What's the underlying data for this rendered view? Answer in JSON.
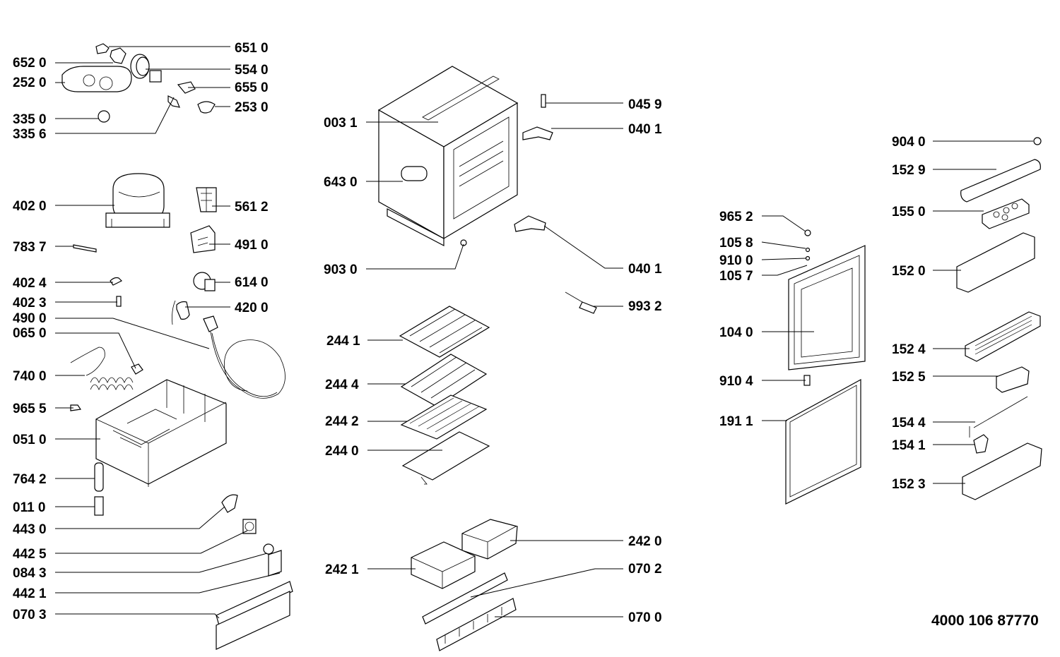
{
  "callouts": [
    {
      "id": "c6510",
      "text": "651 0"
    },
    {
      "id": "c6520",
      "text": "652 0"
    },
    {
      "id": "c5540",
      "text": "554 0"
    },
    {
      "id": "c2520",
      "text": "252 0"
    },
    {
      "id": "c6550",
      "text": "655 0"
    },
    {
      "id": "c2530",
      "text": "253 0"
    },
    {
      "id": "c3350",
      "text": "335 0"
    },
    {
      "id": "c3356",
      "text": "335 6"
    },
    {
      "id": "c4020",
      "text": "402 0"
    },
    {
      "id": "c5612",
      "text": "561 2"
    },
    {
      "id": "c7837",
      "text": "783 7"
    },
    {
      "id": "c4910",
      "text": "491 0"
    },
    {
      "id": "c4024",
      "text": "402 4"
    },
    {
      "id": "c6140",
      "text": "614 0"
    },
    {
      "id": "c4023",
      "text": "402 3"
    },
    {
      "id": "c4200",
      "text": "420 0"
    },
    {
      "id": "c4900",
      "text": "490 0"
    },
    {
      "id": "c0650",
      "text": "065 0"
    },
    {
      "id": "c7400",
      "text": "740 0"
    },
    {
      "id": "c9655",
      "text": "965 5"
    },
    {
      "id": "c0510",
      "text": "051 0"
    },
    {
      "id": "c7642",
      "text": "764 2"
    },
    {
      "id": "c0110",
      "text": "011 0"
    },
    {
      "id": "c4430",
      "text": "443 0"
    },
    {
      "id": "c4425",
      "text": "442 5"
    },
    {
      "id": "c0843",
      "text": "084 3"
    },
    {
      "id": "c4421",
      "text": "442 1"
    },
    {
      "id": "c0703",
      "text": "070 3"
    },
    {
      "id": "c0031",
      "text": "003 1"
    },
    {
      "id": "c6430",
      "text": "643 0"
    },
    {
      "id": "c9030",
      "text": "903 0"
    },
    {
      "id": "c0459",
      "text": "045 9"
    },
    {
      "id": "c0401a",
      "text": "040 1"
    },
    {
      "id": "c0401b",
      "text": "040 1"
    },
    {
      "id": "c9932",
      "text": "993 2"
    },
    {
      "id": "c2441",
      "text": "244 1"
    },
    {
      "id": "c2444",
      "text": "244 4"
    },
    {
      "id": "c2442",
      "text": "244 2"
    },
    {
      "id": "c2440",
      "text": "244 0"
    },
    {
      "id": "c2420",
      "text": "242 0"
    },
    {
      "id": "c2421",
      "text": "242 1"
    },
    {
      "id": "c0702",
      "text": "070 2"
    },
    {
      "id": "c0700",
      "text": "070 0"
    },
    {
      "id": "c9652",
      "text": "965 2"
    },
    {
      "id": "c1058",
      "text": "105 8"
    },
    {
      "id": "c9100",
      "text": "910 0"
    },
    {
      "id": "c1057",
      "text": "105 7"
    },
    {
      "id": "c1040",
      "text": "104 0"
    },
    {
      "id": "c9104",
      "text": "910 4"
    },
    {
      "id": "c1911",
      "text": "191 1"
    },
    {
      "id": "c9040",
      "text": "904 0"
    },
    {
      "id": "c1529",
      "text": "152 9"
    },
    {
      "id": "c1550",
      "text": "155 0"
    },
    {
      "id": "c1520",
      "text": "152 0"
    },
    {
      "id": "c1524",
      "text": "152 4"
    },
    {
      "id": "c1525",
      "text": "152 5"
    },
    {
      "id": "c1544",
      "text": "154 4"
    },
    {
      "id": "c1541",
      "text": "154 1"
    },
    {
      "id": "c1523",
      "text": "152 3"
    }
  ],
  "document_number": "4000 106 87770"
}
